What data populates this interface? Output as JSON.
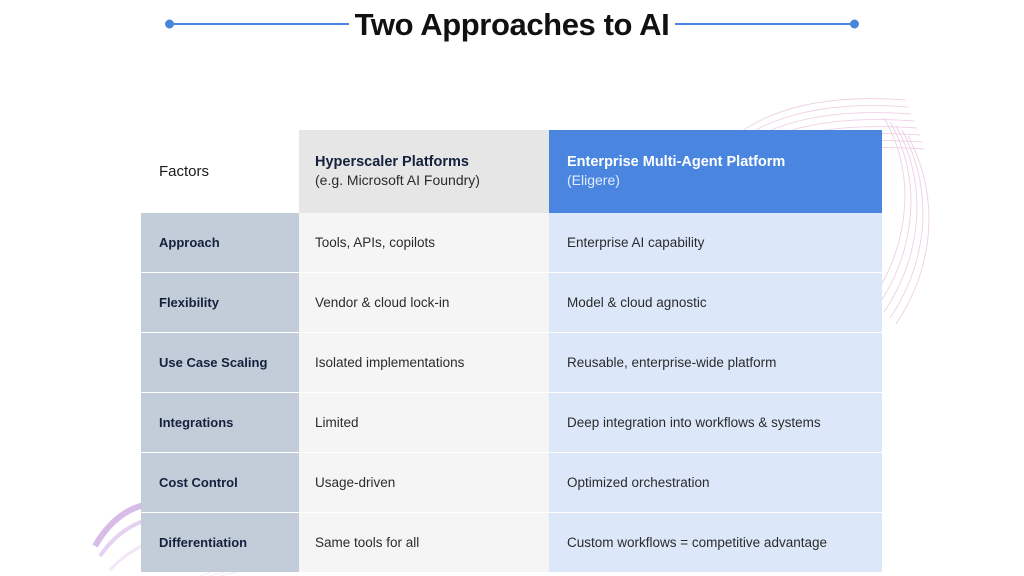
{
  "slide": {
    "title": "Two Approaches to AI",
    "accent_color": "#4a86e0",
    "decor_color_pink": "#f2c9e4",
    "decor_color_purple": "#c9a6e0"
  },
  "table": {
    "headers": {
      "factors": "Factors",
      "hyperscaler": {
        "main": "Hyperscaler Platforms",
        "sub": "(e.g. Microsoft AI Foundry)"
      },
      "enterprise": {
        "main": "Enterprise Multi-Agent Platform",
        "sub": "(Eligere)"
      }
    },
    "rows": [
      {
        "factor": "Approach",
        "hyperscaler": "Tools, APIs, copilots",
        "enterprise": "Enterprise AI capability"
      },
      {
        "factor": "Flexibility",
        "hyperscaler": "Vendor & cloud lock-in",
        "enterprise": "Model & cloud agnostic"
      },
      {
        "factor": "Use Case Scaling",
        "hyperscaler": "Isolated implementations",
        "enterprise": "Reusable, enterprise-wide platform"
      },
      {
        "factor": "Integrations",
        "hyperscaler": "Limited",
        "enterprise": "Deep integration into workflows & systems"
      },
      {
        "factor": "Cost Control",
        "hyperscaler": "Usage-driven",
        "enterprise": "Optimized orchestration"
      },
      {
        "factor": "Differentiation",
        "hyperscaler": "Same tools for all",
        "enterprise": "Custom workflows = competitive advantage"
      }
    ]
  }
}
